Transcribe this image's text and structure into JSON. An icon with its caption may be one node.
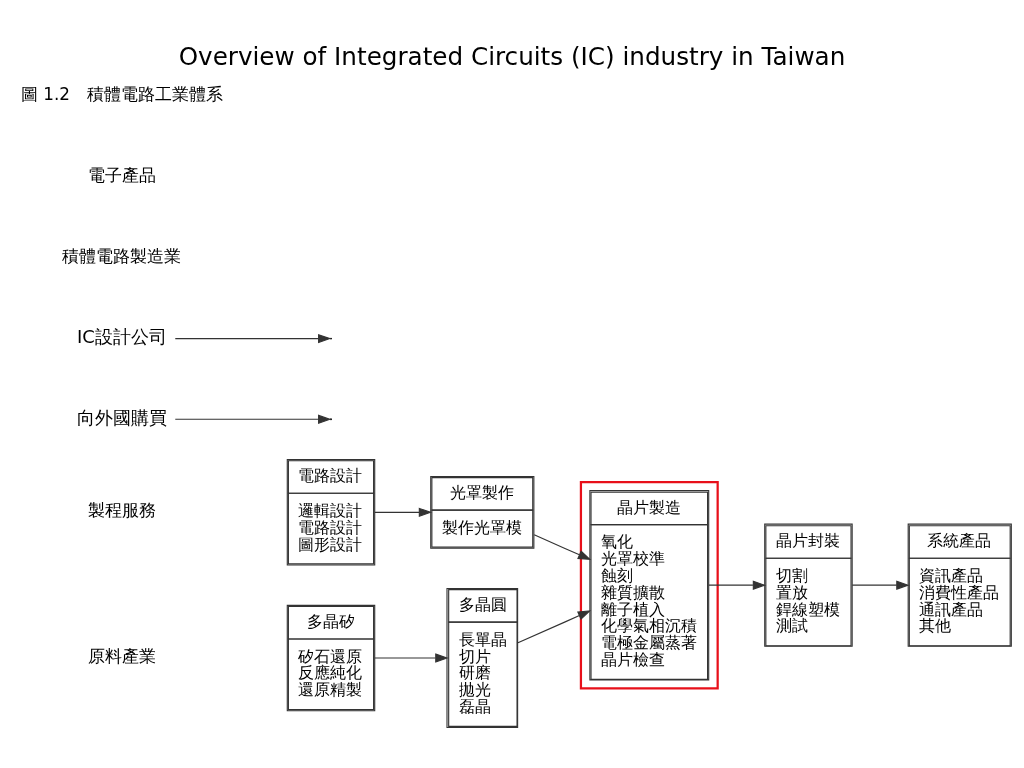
{
  "diagram": {
    "title": "Overview of Integrated Circuits (IC) industry in Taiwan",
    "caption": "圖 1.2　積體電路工業體系",
    "nodes": [
      {
        "text": [
          "多晶矽",
          "矽石還原",
          "反應純化",
          "還原精製"
        ]
      },
      {
        "text": [
          "多晶圓",
          "長單晶",
          "切片",
          "研磨",
          "拋光",
          "磊晶"
        ]
      },
      {
        "text": [],
        "shape": "box"
      },
      {
        "text": [
          "晶片製造",
          "氧化",
          "光罩校準",
          "蝕刻",
          "雜質擴散",
          "離子植入",
          "化學氣相沉積",
          "電極金屬蒸著",
          "晶片檢查"
        ],
        "in": 2
      },
      {
        "text": [
          "系統產品",
          "資訊產品",
          "消費性產品",
          "通訊產品",
          "其他"
        ]
      },
      {
        "text": [
          "電路設計",
          "邏輯設計",
          "電路設計",
          "圖形設計"
        ]
      },
      {
        "text": [
          "光罩製作",
          "製作光罩模"
        ]
      },
      {
        "text": [
          "晶片封裝",
          "切割",
          "置放",
          "銲線塑模",
          "測試"
        ]
      },
      {
        "text": [
          "向外國購買"
        ]
      },
      {
        "text": [
          "IC設計公司"
        ]
      }
    ],
    "edges": [
      {
        "from": 0,
        "to": 1,
        "arrow": "to"
      },
      {
        "from": 1,
        "to": 3,
        "arrow": "to"
      },
      {
        "from": 6,
        "to": 3,
        "arrow": "to"
      },
      {
        "from": 3,
        "to": 7,
        "arrow": "to"
      },
      {
        "from": 7,
        "to": 4,
        "arrow": "to"
      },
      {
        "from": 5,
        "to": 6,
        "arrow": "to"
      },
      {
        "from": 8,
        "to": null,
        "arrow": "to"
      },
      {
        "from": 9,
        "to": null,
        "arrow": "to"
      }
    ],
    "labels": [
      "原料產業",
      "積體電路製造業",
      "電子產品",
      "製程服務"
    ]
  }
}
